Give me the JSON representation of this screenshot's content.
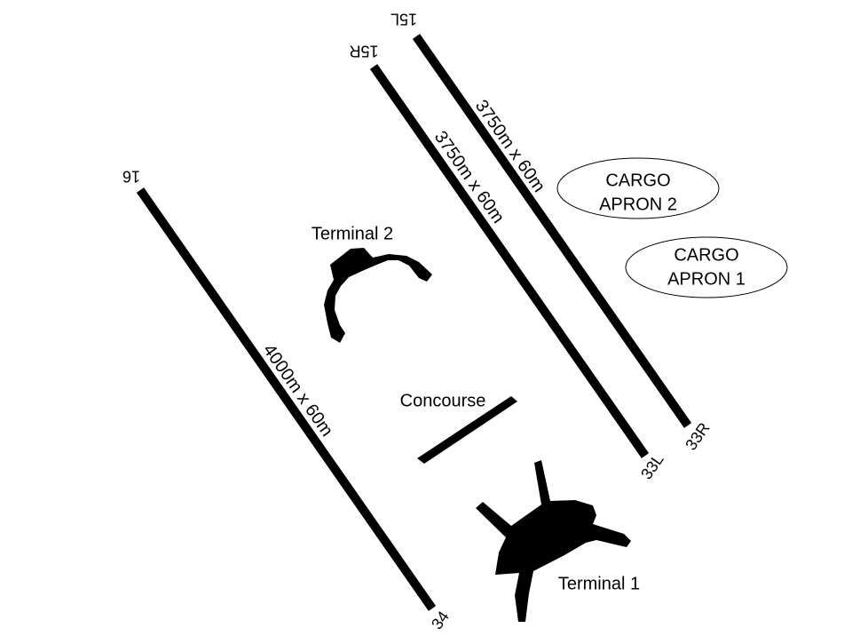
{
  "runways": {
    "left": {
      "end_north": "16",
      "end_south": "34",
      "dimensions": "4000m x 60m"
    },
    "middle": {
      "end_north": "15R",
      "end_south": "33L",
      "dimensions": "3750m x 60m"
    },
    "right": {
      "end_north": "15L",
      "end_south": "33R",
      "dimensions": "3750m x 60m"
    }
  },
  "aprons": {
    "cargo_2": {
      "line1": "CARGO",
      "line2": "APRON 2"
    },
    "cargo_1": {
      "line1": "CARGO",
      "line2": "APRON 1"
    }
  },
  "buildings": {
    "terminal_1": "Terminal 1",
    "terminal_2": "Terminal 2",
    "concourse": "Concourse"
  },
  "colors": {
    "runway": "#000000",
    "background": "#ffffff",
    "apron_outline": "#000000"
  }
}
